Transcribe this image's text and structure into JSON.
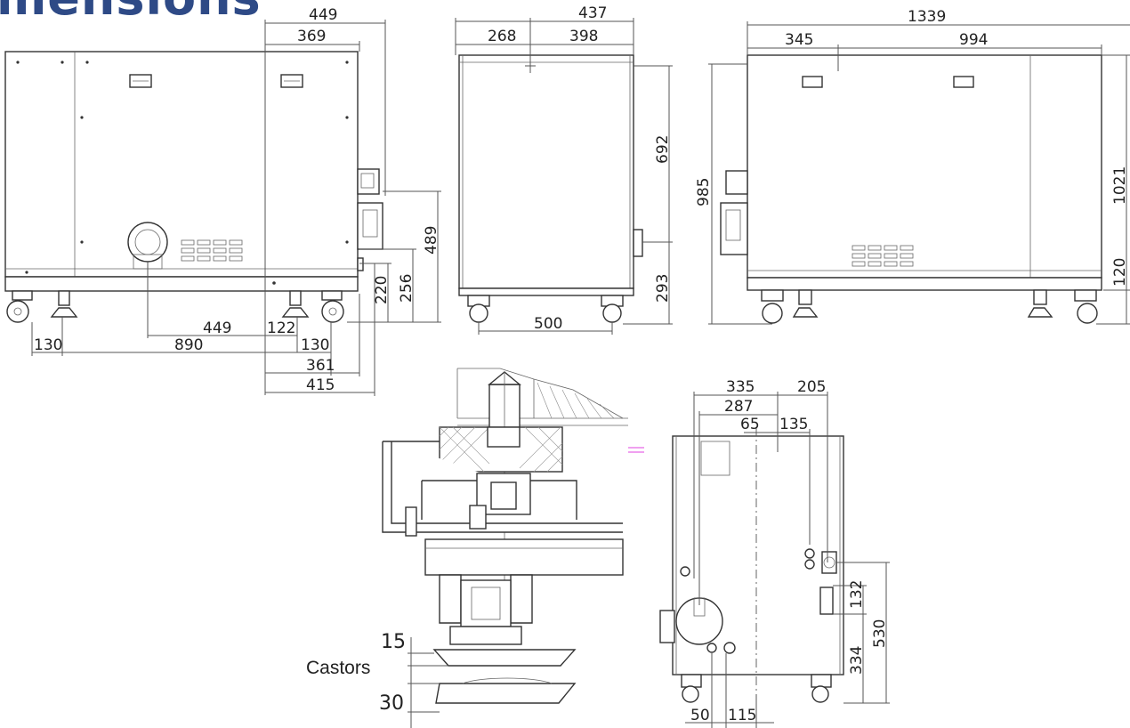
{
  "title": "mensions",
  "drawings": {
    "front": {
      "dims": {
        "d449top": "449",
        "d369": "369",
        "d489": "489",
        "d256": "256",
        "d220": "220",
        "d449bottom": "449",
        "d122": "122",
        "d130left": "130",
        "d890": "890",
        "d130right": "130",
        "d361": "361",
        "d415": "415"
      }
    },
    "side": {
      "dims": {
        "d437": "437",
        "d268": "268",
        "d398": "398",
        "d692": "692",
        "d293": "293",
        "d500": "500"
      }
    },
    "rear": {
      "dims": {
        "d1339": "1339",
        "d345": "345",
        "d994": "994",
        "d985": "985",
        "d1021": "1021",
        "d120": "120"
      }
    },
    "detail": {
      "dims": {
        "d15": "15",
        "d30": "30"
      },
      "label_castors": "Castors"
    },
    "end": {
      "dims": {
        "d335": "335",
        "d205": "205",
        "d287": "287",
        "d65": "65",
        "d135": "135",
        "d132": "132",
        "d530": "530",
        "d334": "334",
        "d50": "50",
        "d115": "115"
      }
    }
  },
  "colors": {
    "title": "#2e4a86",
    "line": "#333333",
    "accent_magenta": "#e040e0"
  }
}
